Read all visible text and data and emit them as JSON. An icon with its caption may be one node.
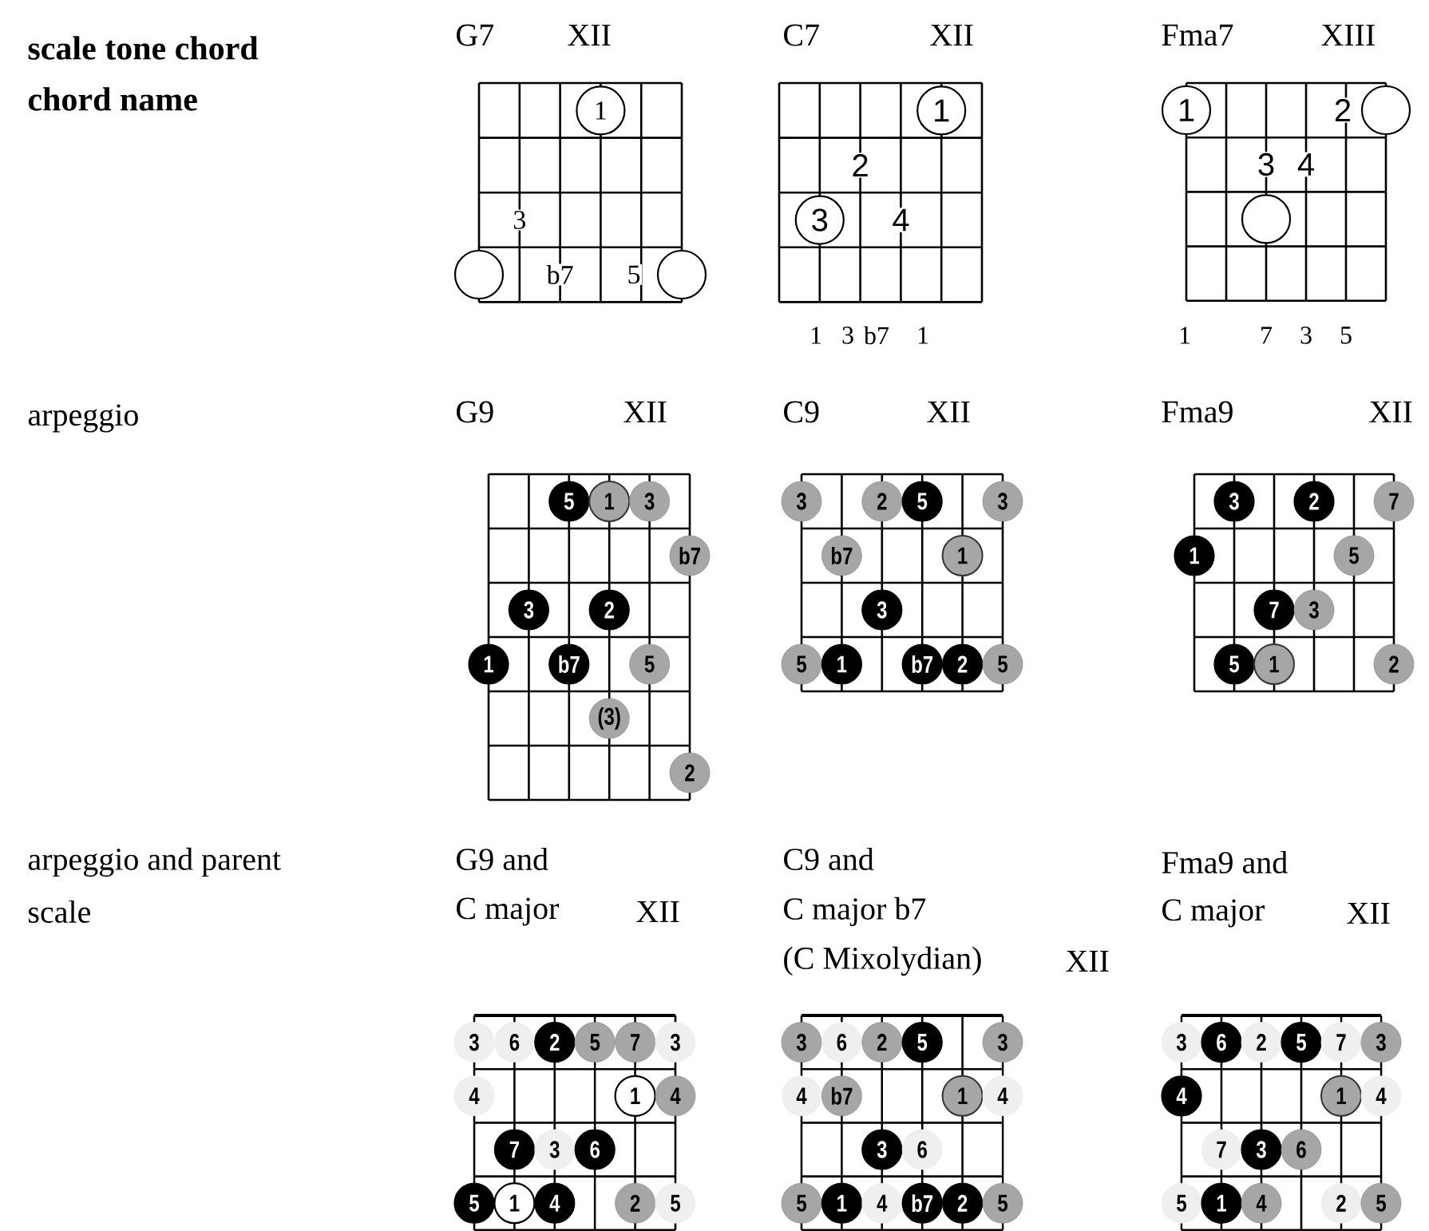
{
  "diagram": {
    "nodes": [
      {
        "text": [
          "1"
        ]
      },
      {
        "text": [],
        "shape": "circle"
      },
      {
        "text": [],
        "shape": "circle"
      },
      {
        "text": [
          "1"
        ]
      },
      {
        "text": [
          "3"
        ]
      },
      {
        "text": [
          "1"
        ]
      },
      {
        "text": [],
        "shape": "circle"
      },
      {
        "text": [],
        "shape": "circle"
      },
      {
        "text": [
          "5"
        ]
      },
      {
        "text": [
          "1"
        ]
      },
      {
        "text": [
          "3"
        ]
      },
      {
        "text": [
          "b7"
        ]
      },
      {
        "text": [
          "3"
        ]
      },
      {
        "text": [
          "2"
        ]
      },
      {
        "text": [
          "1"
        ]
      },
      {
        "text": [
          "b7"
        ]
      },
      {
        "text": [
          "5"
        ]
      },
      {
        "text": [
          "(3)"
        ]
      },
      {
        "text": [
          "2"
        ]
      },
      {
        "text": [
          "3"
        ]
      },
      {
        "text": [
          "2"
        ]
      },
      {
        "text": [
          "5"
        ]
      },
      {
        "text": [
          "3"
        ]
      },
      {
        "text": [
          "b7"
        ]
      },
      {
        "text": [
          "1"
        ]
      },
      {
        "text": [
          "3"
        ]
      },
      {
        "text": [
          "5"
        ]
      },
      {
        "text": [
          "1"
        ]
      },
      {
        "text": [
          "b7"
        ]
      },
      {
        "text": [
          "2"
        ]
      },
      {
        "text": [
          "5"
        ]
      },
      {
        "text": [
          "3"
        ]
      },
      {
        "text": [
          "2"
        ]
      },
      {
        "text": [
          "7"
        ]
      },
      {
        "text": [
          "1"
        ]
      },
      {
        "text": [
          "5"
        ]
      },
      {
        "text": [
          "7"
        ]
      },
      {
        "text": [
          "3"
        ]
      },
      {
        "text": [
          "5"
        ]
      },
      {
        "text": [
          "1"
        ]
      },
      {
        "text": [
          "2"
        ]
      },
      {
        "text": [
          "3"
        ]
      },
      {
        "text": [
          "6"
        ]
      },
      {
        "text": [
          "2"
        ]
      },
      {
        "text": [
          "5"
        ]
      },
      {
        "text": [
          "7"
        ]
      },
      {
        "text": [
          "3"
        ]
      },
      {
        "text": [
          "4"
        ]
      },
      {
        "text": [
          "1"
        ]
      },
      {
        "text": [
          "4"
        ]
      },
      {
        "text": [
          "7"
        ]
      },
      {
        "text": [
          "3"
        ]
      },
      {
        "text": [
          "6"
        ]
      },
      {
        "text": [
          "5"
        ]
      },
      {
        "text": [
          "1"
        ]
      },
      {
        "text": [
          "4"
        ]
      },
      {
        "text": [
          "2"
        ]
      },
      {
        "text": [
          "5"
        ]
      },
      {
        "text": [
          "3"
        ]
      },
      {
        "text": [
          "6"
        ]
      },
      {
        "text": [
          "2"
        ]
      },
      {
        "text": [
          "5"
        ]
      },
      {
        "text": [
          "3"
        ]
      },
      {
        "text": [
          "4"
        ]
      },
      {
        "text": [
          "b7"
        ]
      },
      {
        "text": [
          "1"
        ]
      },
      {
        "text": [
          "4"
        ]
      },
      {
        "text": [
          "3"
        ]
      },
      {
        "text": [
          "6"
        ]
      },
      {
        "text": [
          "5"
        ]
      },
      {
        "text": [
          "1"
        ]
      },
      {
        "text": [
          "4"
        ]
      },
      {
        "text": [
          "b7"
        ]
      },
      {
        "text": [
          "2"
        ]
      },
      {
        "text": [
          "5"
        ]
      },
      {
        "text": [
          "3"
        ]
      },
      {
        "text": [
          "6"
        ]
      },
      {
        "text": [
          "2"
        ]
      },
      {
        "text": [
          "5"
        ]
      },
      {
        "text": [
          "7"
        ]
      },
      {
        "text": [
          "3"
        ]
      },
      {
        "text": [
          "4"
        ]
      },
      {
        "text": [
          "1"
        ]
      },
      {
        "text": [
          "4"
        ]
      },
      {
        "text": [
          "7"
        ]
      },
      {
        "text": [
          "3"
        ]
      },
      {
        "text": [
          "6"
        ]
      },
      {
        "text": [
          "5"
        ]
      },
      {
        "text": [
          "1"
        ]
      },
      {
        "text": [
          "4"
        ]
      },
      {
        "text": [
          "2"
        ]
      },
      {
        "text": [
          "5"
        ]
      }
    ],
    "labels": [
      "scale tone chord",
      "chord name",
      "G7",
      "XII",
      "C7",
      "XII",
      "Fma7",
      "XIII",
      "3",
      "b7",
      "5",
      "2",
      "4",
      "2",
      "3",
      "4",
      "1",
      "3",
      "b7",
      "1",
      "1",
      "7",
      "3",
      "5",
      "arpeggio",
      "G9",
      "XII",
      "C9",
      "XII",
      "Fma9",
      "XII",
      "arpeggio and parent",
      "scale",
      "G9 and",
      "C major",
      "XII",
      "C9 and",
      "C major b7",
      "(C Mixolydian)",
      "XII",
      "Fma9 and",
      "C major",
      "XII"
    ]
  }
}
